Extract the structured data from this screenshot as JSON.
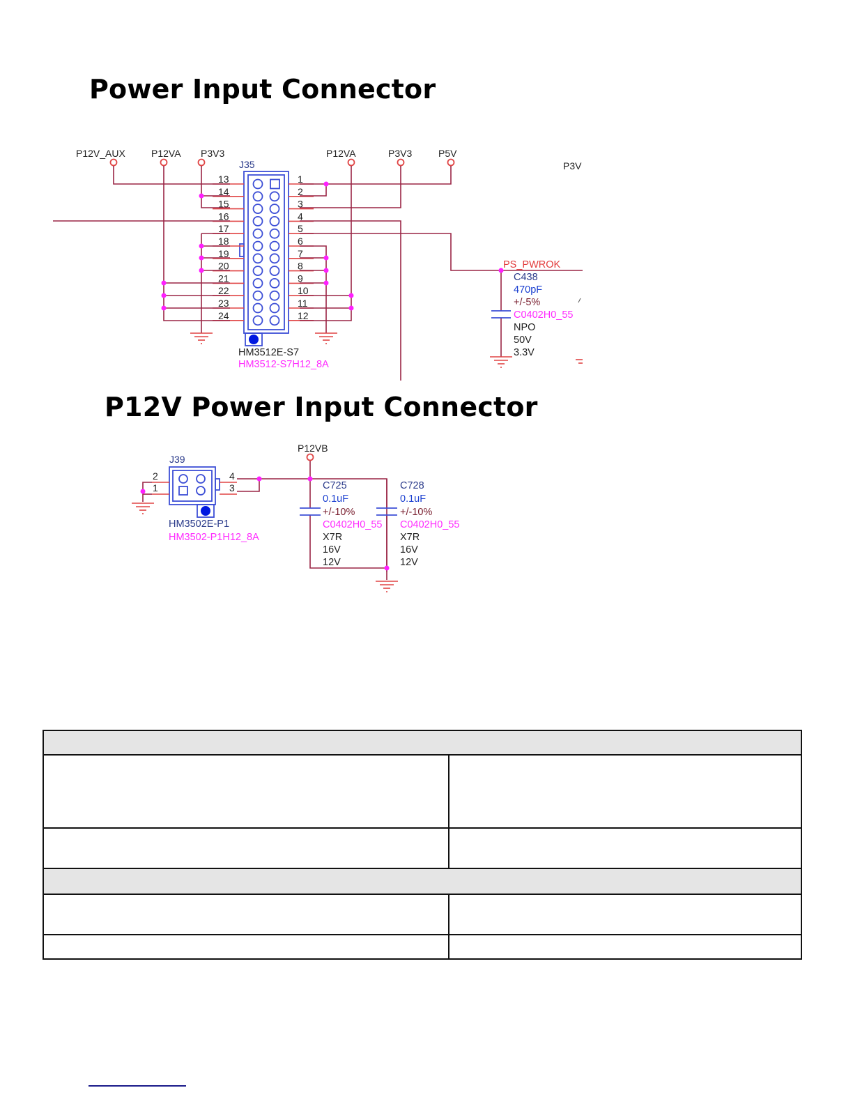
{
  "titles": {
    "section1": "Power Input Connector",
    "section2": "P12V Power Input Connector"
  },
  "connector_j35": {
    "ref": "J35",
    "part": "HM3512E-S7",
    "footprint": "HM3512-S7H12_8A",
    "left_pins": [
      "13",
      "14",
      "15",
      "16",
      "17",
      "18",
      "19",
      "20",
      "21",
      "22",
      "23",
      "24"
    ],
    "right_pins": [
      "1",
      "2",
      "3",
      "4",
      "5",
      "6",
      "7",
      "8",
      "9",
      "10",
      "11",
      "12"
    ],
    "left_nets": [
      "P12V_AUX",
      "P12VA",
      "P3V3"
    ],
    "right_nets": [
      "P12VA",
      "P3V3",
      "P5V"
    ],
    "offpage_net": "P3V",
    "signal_net": "PS_PWROK"
  },
  "cap_c438": {
    "ref": "C438",
    "value": "470pF",
    "tolerance": "+/-5%",
    "package": "C0402H0_55",
    "dielectric": "NPO",
    "rating": "50V",
    "voltage": "3.3V"
  },
  "connector_j39": {
    "ref": "J39",
    "part": "HM3502E-P1",
    "footprint": "HM3502-P1H12_8A",
    "left_pins": [
      "2",
      "1"
    ],
    "right_pins": [
      "4",
      "3"
    ],
    "net": "P12VB"
  },
  "caps_p12vb": [
    {
      "ref": "C725",
      "value": "0.1uF",
      "tolerance": "+/-10%",
      "package": "C0402H0_55",
      "dielectric": "X7R",
      "rating": "16V",
      "voltage": "12V"
    },
    {
      "ref": "C728",
      "value": "0.1uF",
      "tolerance": "+/-10%",
      "package": "C0402H0_55",
      "dielectric": "X7R",
      "rating": "16V",
      "voltage": "12V"
    }
  ],
  "table": {
    "rows": [
      {
        "type": "header",
        "cells": [
          ""
        ]
      },
      {
        "type": "body",
        "cells": [
          "",
          ""
        ]
      },
      {
        "type": "body",
        "cells": [
          "",
          ""
        ]
      },
      {
        "type": "header",
        "cells": [
          ""
        ]
      },
      {
        "type": "body",
        "cells": [
          "",
          ""
        ]
      },
      {
        "type": "body",
        "cells": [
          "",
          ""
        ]
      }
    ]
  },
  "footer_link": ""
}
